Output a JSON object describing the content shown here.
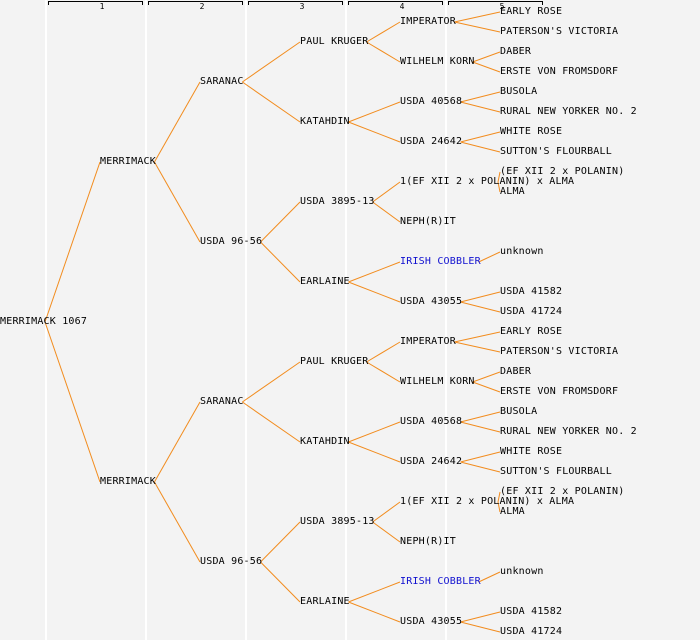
{
  "header": {
    "generations": [
      "1",
      "2",
      "3",
      "4",
      "5"
    ]
  },
  "colors": {
    "connector": "#f28c1e",
    "link_text": "#1010d0",
    "text": "#000000",
    "background": "#f3f3f3"
  },
  "tree": {
    "name": "MERRIMACK 1067",
    "children": [
      {
        "name": "MERRIMACK",
        "children": [
          {
            "name": "SARANAC",
            "children": [
              {
                "name": "PAUL KRUGER",
                "children": [
                  {
                    "name": "IMPERATOR",
                    "children": [
                      {
                        "name": "EARLY ROSE"
                      },
                      {
                        "name": "PATERSON'S VICTORIA"
                      }
                    ]
                  },
                  {
                    "name": "WILHELM KORN",
                    "children": [
                      {
                        "name": "DABER"
                      },
                      {
                        "name": "ERSTE VON FROMSDORF"
                      }
                    ]
                  }
                ]
              },
              {
                "name": "KATAHDIN",
                "children": [
                  {
                    "name": "USDA 40568",
                    "children": [
                      {
                        "name": "BUSOLA"
                      },
                      {
                        "name": "RURAL NEW YORKER NO. 2"
                      }
                    ]
                  },
                  {
                    "name": "USDA 24642",
                    "children": [
                      {
                        "name": "WHITE ROSE"
                      },
                      {
                        "name": "SUTTON'S FLOURBALL"
                      }
                    ]
                  }
                ]
              }
            ]
          },
          {
            "name": "USDA 96-56",
            "children": [
              {
                "name": "USDA 3895-13",
                "children": [
                  {
                    "name": "1(EF XII 2 x POLANIN) x ALMA",
                    "children": [
                      {
                        "name": "(EF XII 2 x POLANIN)"
                      },
                      {
                        "name": "ALMA"
                      }
                    ]
                  },
                  {
                    "name": "NEPH(R)IT"
                  }
                ]
              },
              {
                "name": "EARLAINE",
                "children": [
                  {
                    "name": "IRISH COBBLER",
                    "link": true,
                    "children": [
                      {
                        "name": "unknown"
                      }
                    ]
                  },
                  {
                    "name": "USDA 43055",
                    "children": [
                      {
                        "name": "USDA 41582"
                      },
                      {
                        "name": "USDA 41724"
                      }
                    ]
                  }
                ]
              }
            ]
          }
        ]
      },
      {
        "name": "MERRIMACK",
        "children": [
          {
            "name": "SARANAC",
            "children": [
              {
                "name": "PAUL KRUGER",
                "children": [
                  {
                    "name": "IMPERATOR",
                    "children": [
                      {
                        "name": "EARLY ROSE"
                      },
                      {
                        "name": "PATERSON'S VICTORIA"
                      }
                    ]
                  },
                  {
                    "name": "WILHELM KORN",
                    "children": [
                      {
                        "name": "DABER"
                      },
                      {
                        "name": "ERSTE VON FROMSDORF"
                      }
                    ]
                  }
                ]
              },
              {
                "name": "KATAHDIN",
                "children": [
                  {
                    "name": "USDA 40568",
                    "children": [
                      {
                        "name": "BUSOLA"
                      },
                      {
                        "name": "RURAL NEW YORKER NO. 2"
                      }
                    ]
                  },
                  {
                    "name": "USDA 24642",
                    "children": [
                      {
                        "name": "WHITE ROSE"
                      },
                      {
                        "name": "SUTTON'S FLOURBALL"
                      }
                    ]
                  }
                ]
              }
            ]
          },
          {
            "name": "USDA 96-56",
            "children": [
              {
                "name": "USDA 3895-13",
                "children": [
                  {
                    "name": "1(EF XII 2 x POLANIN) x ALMA",
                    "children": [
                      {
                        "name": "(EF XII 2 x POLANIN)"
                      },
                      {
                        "name": "ALMA"
                      }
                    ]
                  },
                  {
                    "name": "NEPH(R)IT"
                  }
                ]
              },
              {
                "name": "EARLAINE",
                "children": [
                  {
                    "name": "IRISH COBBLER",
                    "link": true,
                    "children": [
                      {
                        "name": "unknown"
                      }
                    ]
                  },
                  {
                    "name": "USDA 43055",
                    "children": [
                      {
                        "name": "USDA 41582"
                      },
                      {
                        "name": "USDA 41724"
                      }
                    ]
                  }
                ]
              }
            ]
          }
        ]
      }
    ]
  }
}
